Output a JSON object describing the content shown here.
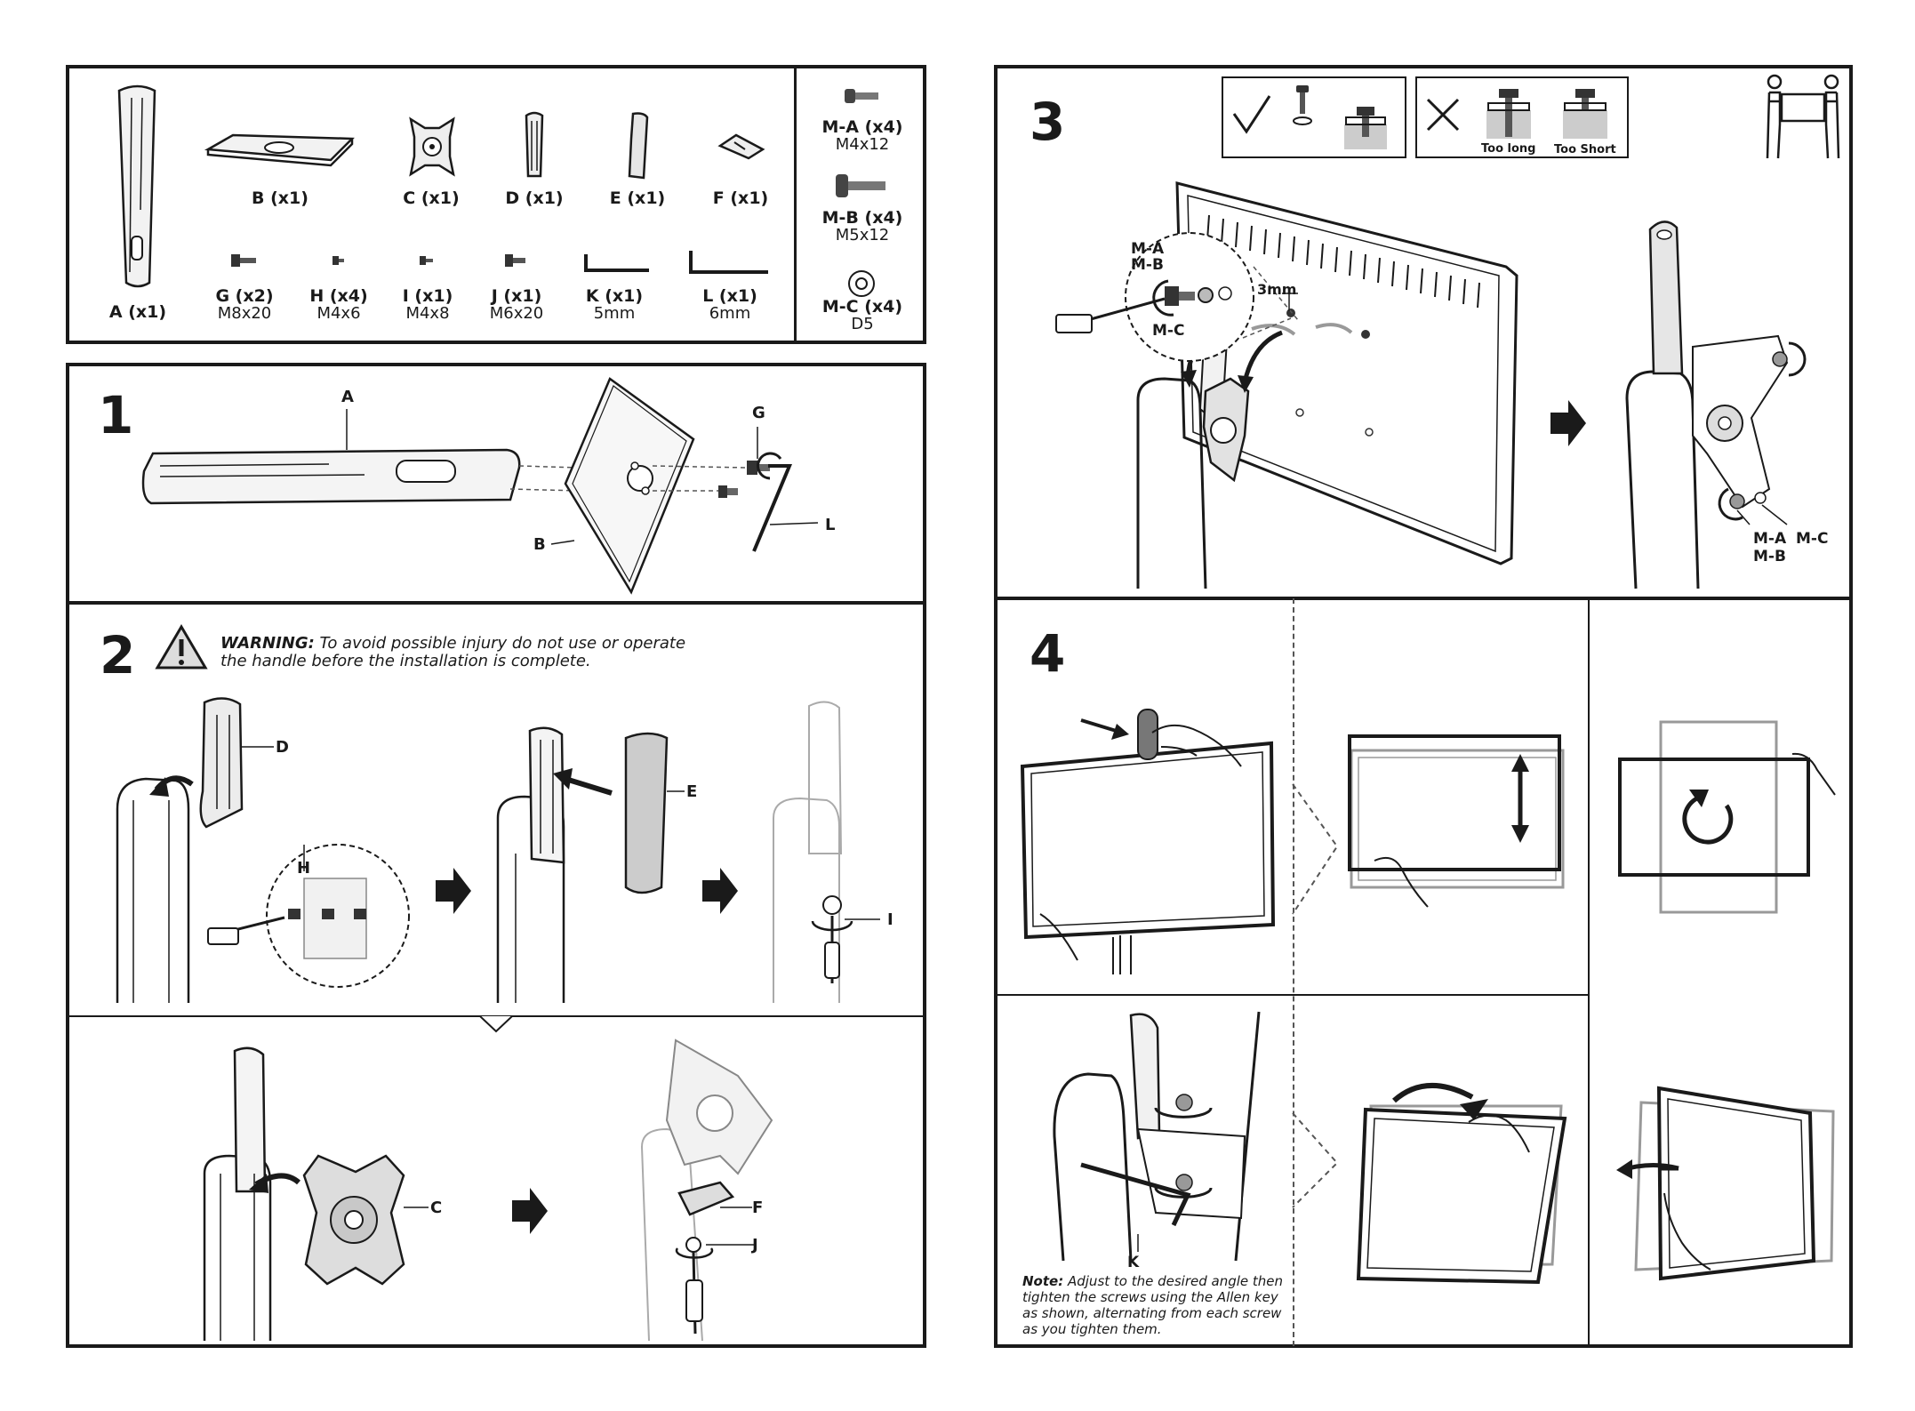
{
  "parts": {
    "items": [
      {
        "label": "A (x1)",
        "sub": ""
      },
      {
        "label": "B (x1)",
        "sub": ""
      },
      {
        "label": "C (x1)",
        "sub": ""
      },
      {
        "label": "D (x1)",
        "sub": ""
      },
      {
        "label": "E (x1)",
        "sub": ""
      },
      {
        "label": "F (x1)",
        "sub": ""
      },
      {
        "label": "G (x2)",
        "sub": "M8x20"
      },
      {
        "label": "H (x4)",
        "sub": "M4x6"
      },
      {
        "label": "I (x1)",
        "sub": "M4x8"
      },
      {
        "label": "J (x1)",
        "sub": "M6x20"
      },
      {
        "label": "K (x1)",
        "sub": "5mm"
      },
      {
        "label": "L (x1)",
        "sub": "6mm"
      },
      {
        "label": "M-A (x4)",
        "sub": "M4x12"
      },
      {
        "label": "M-B (x4)",
        "sub": "M5x12"
      },
      {
        "label": "M-C (x4)",
        "sub": "D5"
      }
    ]
  },
  "step1": {
    "number": "1",
    "callouts": {
      "a": "A",
      "b": "B",
      "g": "G",
      "l": "L"
    }
  },
  "step2": {
    "number": "2",
    "warning_title": "WARNING:",
    "warning_text_1": "To avoid possible injury do not use or operate",
    "warning_text_2": "the handle before the installation is complete.",
    "callouts": {
      "d": "D",
      "h": "H",
      "e": "E",
      "i": "I",
      "c": "C",
      "f": "F",
      "j": "J"
    }
  },
  "step3": {
    "number": "3",
    "too_long": "Too long",
    "too_short": "Too Short",
    "callouts": {
      "ma": "M-A",
      "mb": "M-B",
      "mc": "M-C",
      "gap": "3mm",
      "ma2": "M-A",
      "mc2": "M-C",
      "mb2": "M-B"
    }
  },
  "step4": {
    "number": "4",
    "callouts": {
      "k": "K"
    },
    "note_title": "Note:",
    "note_text": "Adjust to the desired angle then tighten the screws using the Allen key as shown, alternating from each screw as you tighten them."
  },
  "icons": [
    "arrow-right-icon",
    "warning-icon",
    "check-icon",
    "cross-icon",
    "two-person-lift-icon",
    "rotate-icon",
    "height-adjust-icon"
  ]
}
